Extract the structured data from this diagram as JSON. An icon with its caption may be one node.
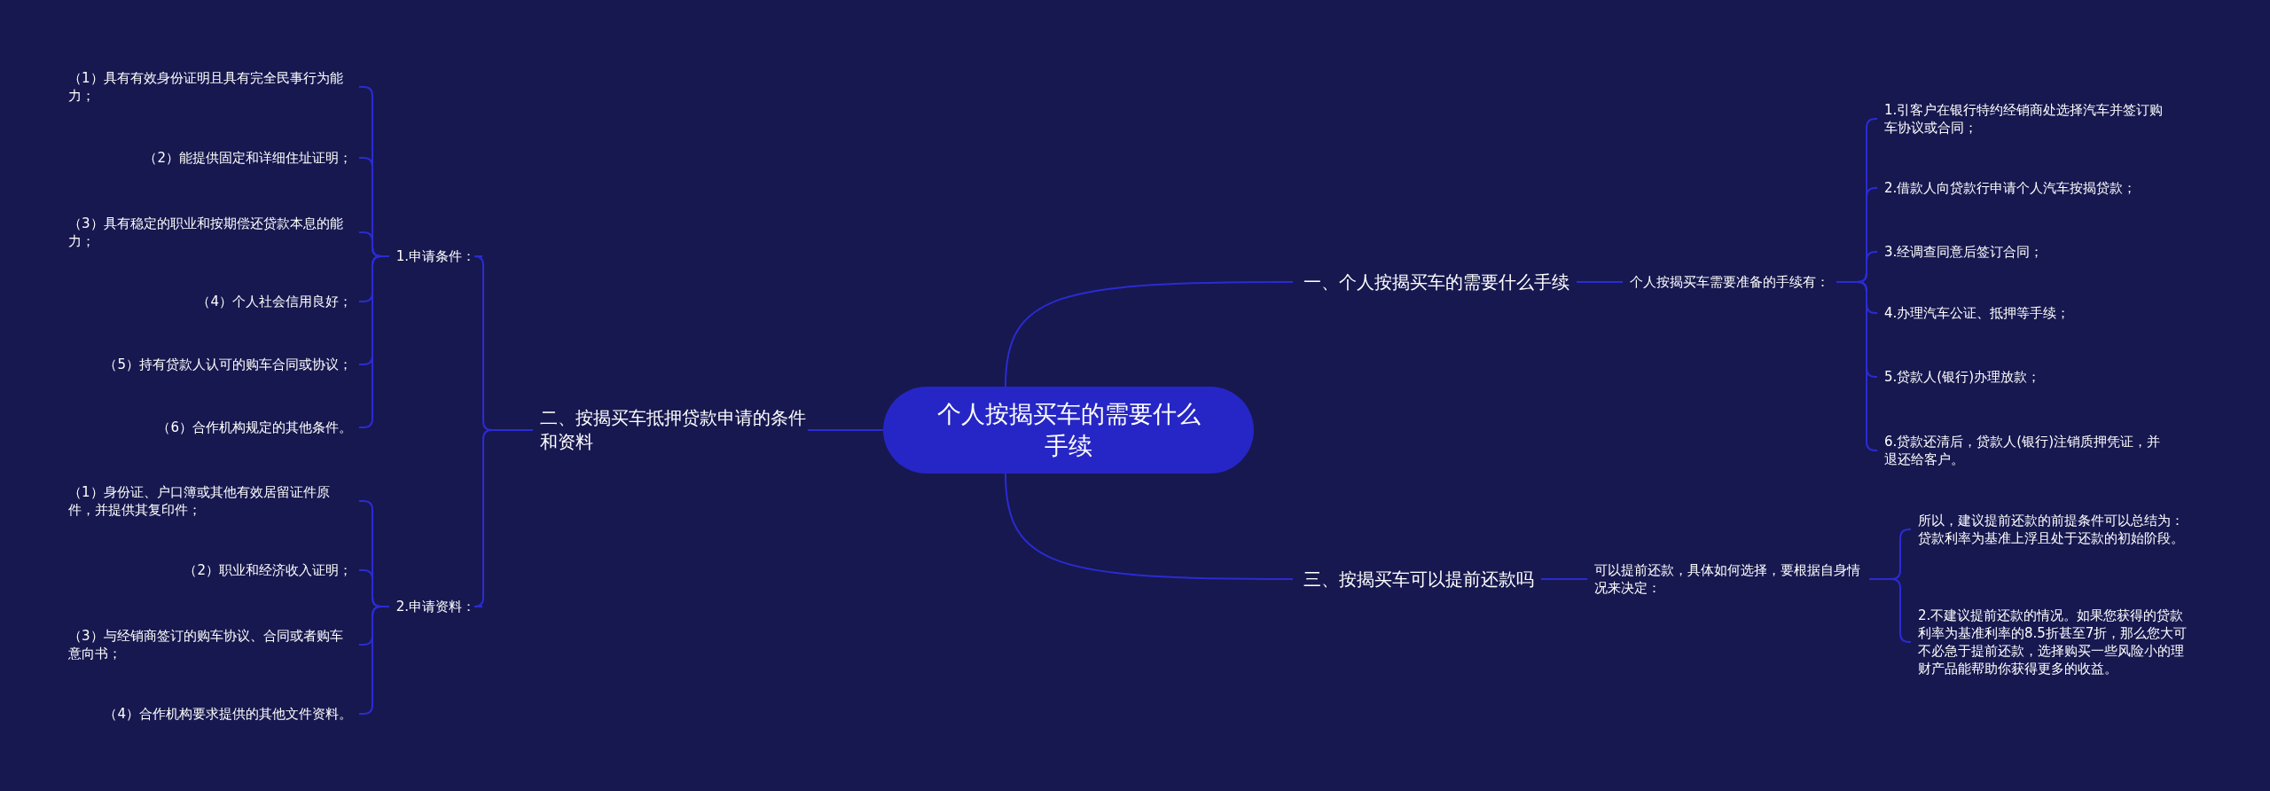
{
  "diagram": {
    "nodes": [
      {
        "text": [
          "个人按揭买车的需要什么手续"
        ]
      },
      {
        "text": [
          "一、个人按揭买车的需要什么手续"
        ]
      },
      {
        "text": [
          "个人按揭买车需要准备的手续有："
        ]
      },
      {
        "text": [
          "1.引客户在银行特约经销商处选择汽车并签订购车协议或合同；"
        ]
      },
      {
        "text": [
          "2.借款人向贷款行申请个人汽车按揭贷款；"
        ]
      },
      {
        "text": [
          "3.经调查同意后签订合同；"
        ]
      },
      {
        "text": [
          "4.办理汽车公证、抵押等手续；"
        ]
      },
      {
        "text": [
          "5.贷款人(银行)办理放款；"
        ]
      },
      {
        "text": [
          "6.贷款还清后，贷款人(银行)注销质押凭证，并退还给客户。"
        ]
      },
      {
        "text": [
          "三、按揭买车可以提前还款吗"
        ]
      },
      {
        "text": [
          "可以提前还款，具体如何选择，要根据自身情况来决定："
        ]
      },
      {
        "text": [
          "所以，建议提前还款的前提条件可以总结为：贷款利率为基准上浮且处于还款的初始阶段。"
        ]
      },
      {
        "text": [
          "2.不建议提前还款的情况。如果您获得的贷款利率为基准利率的8.5折甚至7折，那么您大可不必急于提前还款，选择购买一些风险小的理财产品能帮助你获得更多的收益。"
        ]
      },
      {
        "text": [
          "二、按揭买车抵押贷款申请的条件和资料"
        ]
      },
      {
        "text": [
          "1.申请条件："
        ]
      },
      {
        "text": [
          "（1）具有有效身份证明且具有完全民事行为能力；"
        ]
      },
      {
        "text": [
          "（2）能提供固定和详细住址证明；"
        ]
      },
      {
        "text": [
          "（3）具有稳定的职业和按期偿还贷款本息的能力；"
        ]
      },
      {
        "text": [
          "（4）个人社会信用良好；"
        ]
      },
      {
        "text": [
          "（5）持有贷款人认可的购车合同或协议；"
        ]
      },
      {
        "text": [
          "（6）合作机构规定的其他条件。"
        ]
      },
      {
        "text": [
          "2.申请资料："
        ]
      },
      {
        "text": [
          "（1）身份证、户口簿或其他有效居留证件原件，并提供其复印件；"
        ]
      },
      {
        "text": [
          "（2）职业和经济收入证明；"
        ]
      },
      {
        "text": [
          "（3）与经销商签订的购车协议、合同或者购车意向书；"
        ]
      },
      {
        "text": [
          "（4）合作机构要求提供的其他文件资料。"
        ]
      }
    ],
    "edges": [
      {
        "from": 0,
        "to": 1,
        "arrow": "none"
      },
      {
        "from": 1,
        "to": 2,
        "arrow": "none"
      },
      {
        "from": 2,
        "to": 3,
        "arrow": "none"
      },
      {
        "from": 2,
        "to": 4,
        "arrow": "none"
      },
      {
        "from": 2,
        "to": 5,
        "arrow": "none"
      },
      {
        "from": 2,
        "to": 6,
        "arrow": "none"
      },
      {
        "from": 2,
        "to": 7,
        "arrow": "none"
      },
      {
        "from": 2,
        "to": 8,
        "arrow": "none"
      },
      {
        "from": 0,
        "to": 9,
        "arrow": "none"
      },
      {
        "from": 9,
        "to": 10,
        "arrow": "none"
      },
      {
        "from": 10,
        "to": 11,
        "arrow": "none"
      },
      {
        "from": 10,
        "to": 12,
        "arrow": "none"
      },
      {
        "from": 0,
        "to": 13,
        "arrow": "none"
      },
      {
        "from": 13,
        "to": 14,
        "arrow": "none"
      },
      {
        "from": 14,
        "to": 15,
        "arrow": "none"
      },
      {
        "from": 14,
        "to": 16,
        "arrow": "none"
      },
      {
        "from": 14,
        "to": 17,
        "arrow": "none"
      },
      {
        "from": 14,
        "to": 18,
        "arrow": "none"
      },
      {
        "from": 14,
        "to": 19,
        "arrow": "none"
      },
      {
        "from": 14,
        "to": 20,
        "arrow": "none"
      },
      {
        "from": 13,
        "to": 21,
        "arrow": "none"
      },
      {
        "from": 21,
        "to": 22,
        "arrow": "none"
      },
      {
        "from": 21,
        "to": 23,
        "arrow": "none"
      },
      {
        "from": 21,
        "to": 24,
        "arrow": "none"
      },
      {
        "from": 21,
        "to": 25,
        "arrow": "none"
      }
    ]
  }
}
